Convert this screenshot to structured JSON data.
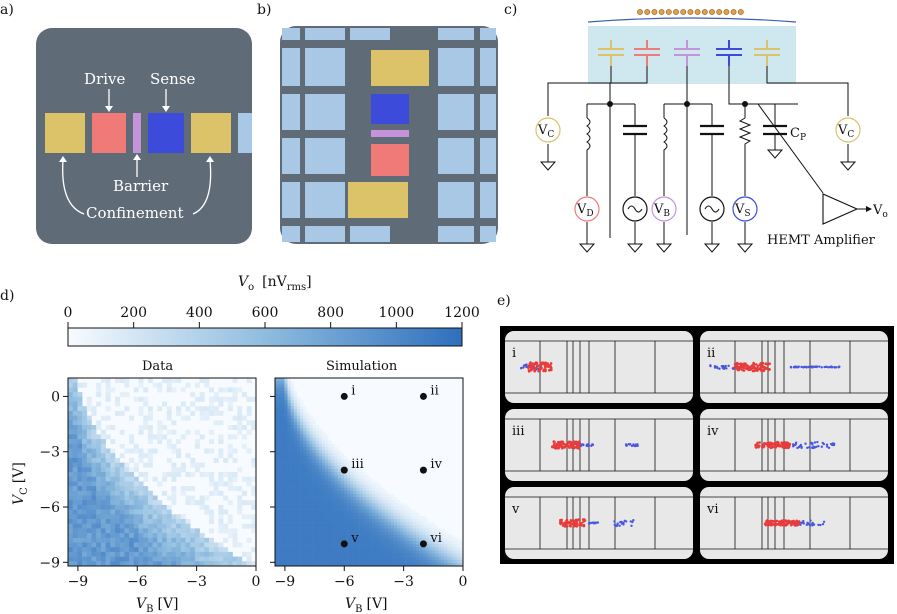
{
  "panels": {
    "a": "a)",
    "b": "b)",
    "c": "c)",
    "d": "d)",
    "e": "e)"
  },
  "panel_a": {
    "drive": "Drive",
    "sense": "Sense",
    "barrier": "Barrier",
    "confinement": "Confinement"
  },
  "colors": {
    "yellow": "#dcc36a",
    "red": "#f07a78",
    "purple": "#c493d9",
    "blue": "#3d4bdb",
    "lightblue": "#a9c8e6",
    "chip": "#606b78",
    "substrate": "#cfe7ef",
    "dots": "#e3a04c",
    "sim_red": "#e83c3c",
    "sim_blue": "#4a58e0"
  },
  "panel_c": {
    "vc_left": "V",
    "vc_sub": "C",
    "vd": "V",
    "vd_sub": "D",
    "vb": "V",
    "vb_sub": "B",
    "vs": "V",
    "vs_sub": "S",
    "vc_right": "V",
    "vc_right_sub": "C",
    "cp": "C",
    "cp_sub": "P",
    "vo": "V",
    "vo_sub": "o",
    "hemt": "HEMT Amplifier"
  },
  "colorbar": {
    "label_main": "V",
    "label_sub": "o",
    "label_unit": "[nV",
    "label_unit_sub": "rms",
    "label_close": "]",
    "ticks": [
      "0",
      "200",
      "400",
      "600",
      "800",
      "1000",
      "1200"
    ],
    "range": [
      0,
      1200
    ]
  },
  "chart_data": [
    {
      "type": "heatmap",
      "title": "Data",
      "xlabel": "V",
      "xlabel_sub": "B",
      "xlabel_unit": "[V]",
      "ylabel": "V",
      "ylabel_sub": "C",
      "ylabel_unit": "[V]",
      "xlim": [
        -9.5,
        0
      ],
      "ylim": [
        -9.2,
        1.0
      ],
      "xticks": [
        -9,
        -6,
        -3,
        0
      ],
      "yticks": [
        0,
        -3,
        -6,
        -9
      ],
      "xtick_labels": [
        "−9",
        "−6",
        "−3",
        "0"
      ],
      "ytick_labels": [
        "0",
        "−3",
        "−6",
        "−9"
      ]
    },
    {
      "type": "heatmap",
      "title": "Simulation",
      "xlabel": "V",
      "xlabel_sub": "B",
      "xlabel_unit": "[V]",
      "xlim": [
        -9.5,
        0
      ],
      "ylim": [
        -9.2,
        1.0
      ],
      "xticks": [
        -9,
        -6,
        -3,
        0
      ],
      "xtick_labels": [
        "−9",
        "−6",
        "−3",
        "0"
      ],
      "points": [
        {
          "label": "i",
          "x": -6,
          "y": 0
        },
        {
          "label": "ii",
          "x": -2,
          "y": 0
        },
        {
          "label": "iii",
          "x": -6,
          "y": -4
        },
        {
          "label": "iv",
          "x": -2,
          "y": -4
        },
        {
          "label": "v",
          "x": -6,
          "y": -8
        },
        {
          "label": "vi",
          "x": -2,
          "y": -8
        }
      ]
    }
  ],
  "panel_e": {
    "labels": [
      "i",
      "ii",
      "iii",
      "iv",
      "v",
      "vi"
    ]
  }
}
